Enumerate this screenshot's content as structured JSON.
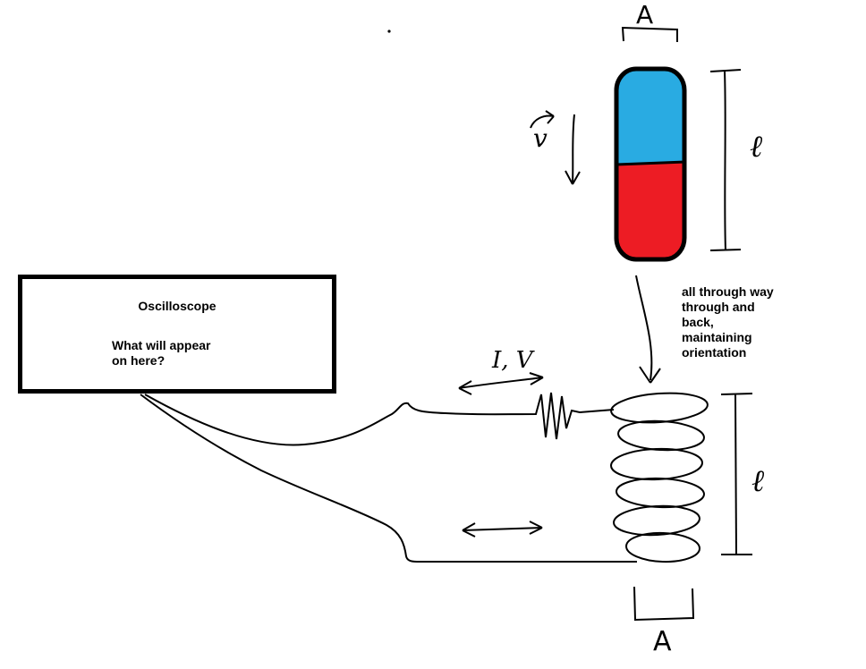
{
  "colors": {
    "ink": "#000000",
    "magnet_top": "#29ABE2",
    "magnet_bottom": "#ED1C24",
    "background": "#FFFFFF"
  },
  "oscilloscope": {
    "title": "Oscilloscope",
    "question_line1": "What will appear",
    "question_line2": "on here?"
  },
  "annotation": {
    "line1": "all through way",
    "line2": "through and",
    "line3": "back,",
    "line4": "maintaining",
    "line5": "orientation"
  },
  "labels": {
    "area_top": "A",
    "area_bottom": "A",
    "magnet_length": "ℓ",
    "coil_length": "ℓ",
    "velocity": "v",
    "current_voltage": "I, V"
  }
}
